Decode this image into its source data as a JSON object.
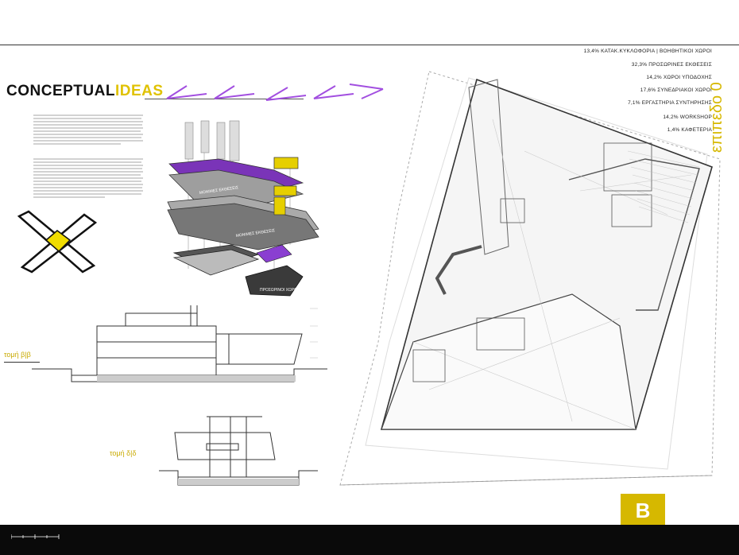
{
  "header": {
    "title_main": "CONCEPTUAL",
    "title_accent": "IDEAS",
    "level_label": "επιπεδο 0"
  },
  "legend": {
    "items": [
      "13,4% ΚΑΤΑΚ.ΚΥΚΛΟΦΟΡΙΑ | ΒΟΗΘΗΤΙΚΟΙ ΧΩΡΟΙ",
      "32,3% ΠΡΟΣΩΡΙΝΕΣ ΕΚΘΕΣΕΙΣ",
      "14,2% ΧΩΡΟΙ ΥΠΟΔΟΧΗΣ",
      "17,6% ΣΥΝΕΔΡΙΑΚΟΙ ΧΩΡΟΙ",
      "7,1% ΕΡΓΑΣΤΗΡΙΑ ΣΥΝΤΗΡΗΣΗΣ",
      "14,2% WORKSHOP",
      "1,4% ΚΑΦΕΤΕΡΙΑ"
    ]
  },
  "axon_labels": {
    "upper": "ΜΟΝΙΜΕΣ ΕΚΘΕΣΕΙΣ",
    "middle": "ΜΟΝΙΜΕΣ ΕΚΘΕΣΕΙΣ",
    "lower": "ΠΡΟΣΩΡΙΝΟΙ ΧΩΡΟΙ"
  },
  "sections": {
    "bb_label": "τομή β|β",
    "dd_label": "τομή δ|δ"
  },
  "badge": {
    "letter": "B"
  },
  "colors": {
    "accent_yellow": "#e0c200",
    "accent_purple": "#8a3fd1",
    "bottom_bar": "#0a0a0a"
  }
}
